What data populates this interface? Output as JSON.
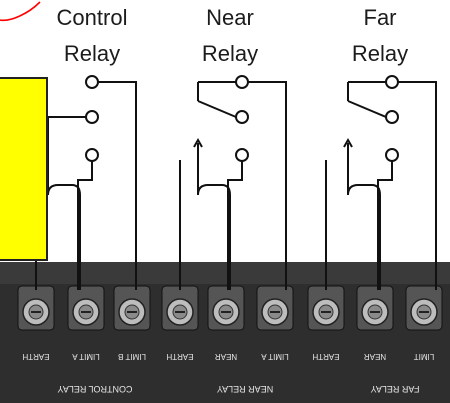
{
  "relays": [
    {
      "title_line1": "Control",
      "title_line2": "Relay",
      "strip_label": "CONTROL RELAY"
    },
    {
      "title_line1": "Near",
      "title_line2": "Relay",
      "strip_label": "NEAR RELAY"
    },
    {
      "title_line1": "Far",
      "title_line2": "Relay",
      "strip_label": "FAR RELAY"
    }
  ],
  "terminal_labels": [
    [
      "EARTH",
      "LIMIT A",
      "LIMIT B"
    ],
    [
      "EARTH",
      "NEAR",
      "LIMIT A"
    ],
    [
      "EARTH",
      "NEAR",
      "LIMIT"
    ]
  ],
  "colors": {
    "annotation_box": "#ffff00",
    "annotation_stroke": "#ff0000",
    "terminal_block": "#2e2e2e",
    "wire": "#111111"
  }
}
